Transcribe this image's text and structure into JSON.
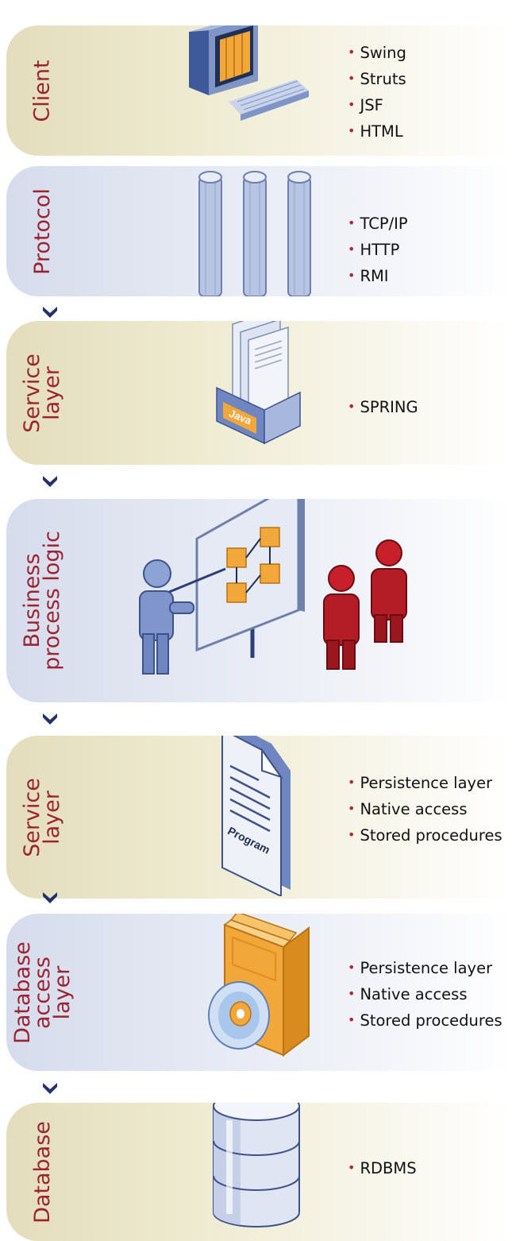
{
  "layers": [
    {
      "label": [
        "Client"
      ],
      "items": [
        "Swing",
        "Struts",
        "JSF",
        "HTML"
      ],
      "icon": "computer-icon"
    },
    {
      "label": [
        "Protocol"
      ],
      "items": [
        "TCP/IP",
        "HTTP",
        "RMI"
      ],
      "icon": "cables-icon"
    },
    {
      "label": [
        "Service",
        "layer"
      ],
      "items": [
        "SPRING"
      ],
      "icon": "java-box-icon",
      "icon_text": "Java"
    },
    {
      "label": [
        "Business",
        "process logic"
      ],
      "items": [],
      "icon": "presentation-people-icon"
    },
    {
      "label": [
        "Service",
        "layer"
      ],
      "items": [
        "Persistence layer",
        "Native access",
        "Stored procedures"
      ],
      "icon": "program-document-icon",
      "icon_text": "Program"
    },
    {
      "label": [
        "Database",
        "access",
        "layer"
      ],
      "items": [
        "Persistence layer",
        "Native access",
        "Stored procedures"
      ],
      "icon": "software-box-cd-icon"
    },
    {
      "label": [
        "Database"
      ],
      "items": [
        "RDBMS"
      ],
      "icon": "database-cylinder-icon"
    }
  ],
  "connector_icon": "chevron-down-icon",
  "colors": {
    "label": "#9c2431",
    "bullet": "#b02a36",
    "cream_band": "#e3ddbd",
    "blue_band": "#d6dcec"
  }
}
